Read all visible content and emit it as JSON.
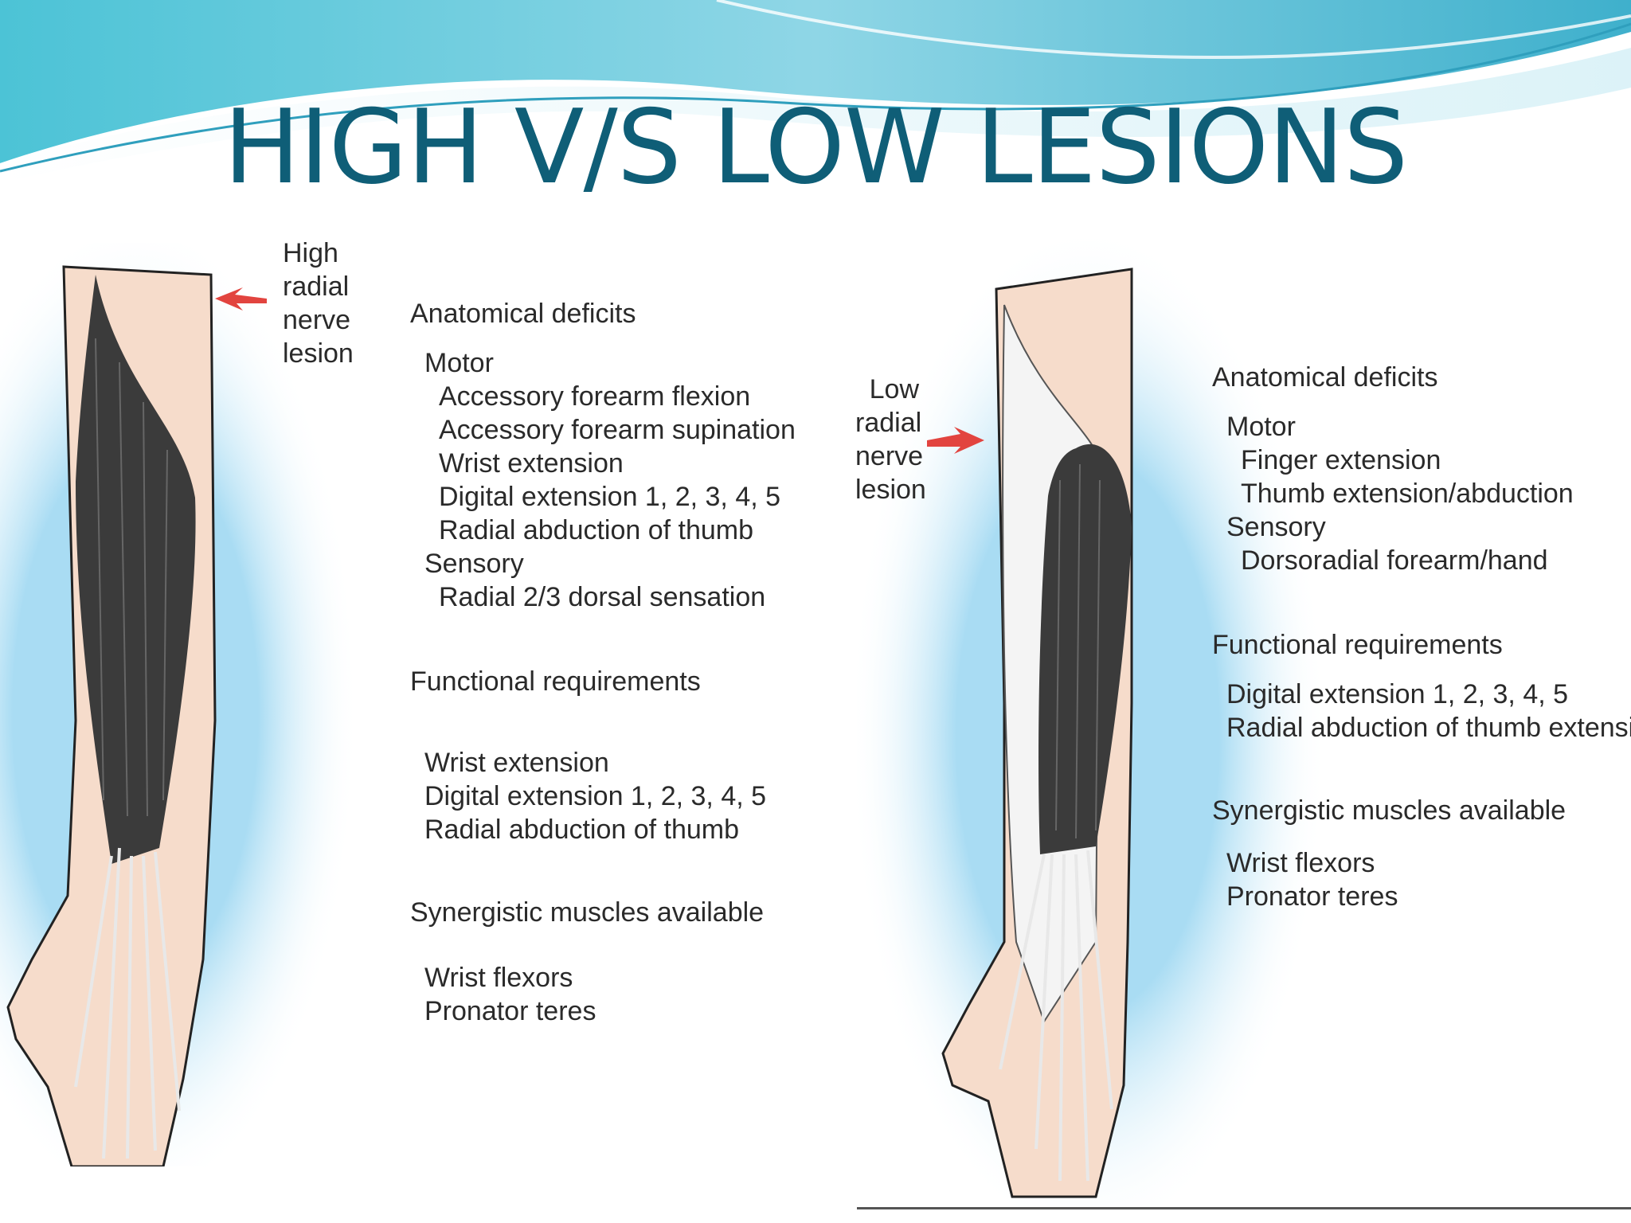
{
  "title": "HIGH V/S LOW LESIONS",
  "colors": {
    "title": "#0f5e77",
    "swoosh_dark": "#3fb6cf",
    "swoosh_light": "#b9e6ef",
    "glow": "#a9dcf3",
    "arrow": "#e2443f",
    "skin": "#f6dccb"
  },
  "left": {
    "lesion_label": [
      "High",
      "radial",
      "nerve",
      "lesion"
    ],
    "anatomical_heading": "Anatomical deficits",
    "motor_heading": "Motor",
    "motor_items": [
      "Accessory forearm flexion",
      "Accessory forearm supination",
      "Wrist extension",
      "Digital extension 1, 2, 3, 4, 5",
      "Radial abduction of thumb"
    ],
    "sensory_heading": "Sensory",
    "sensory_items": [
      "Radial 2/3 dorsal sensation"
    ],
    "functional_heading": "Functional requirements",
    "functional_items": [
      "Wrist extension",
      "Digital extension 1, 2, 3, 4, 5",
      "Radial abduction of thumb"
    ],
    "synergistic_heading": "Synergistic muscles available",
    "synergistic_items": [
      "Wrist flexors",
      "Pronator teres"
    ]
  },
  "right": {
    "lesion_label": [
      "Low",
      "radial",
      "nerve",
      "lesion"
    ],
    "anatomical_heading": "Anatomical deficits",
    "motor_heading": "Motor",
    "motor_items": [
      "Finger extension",
      "Thumb extension/abduction"
    ],
    "sensory_heading": "Sensory",
    "sensory_items": [
      "Dorsoradial forearm/hand"
    ],
    "functional_heading": "Functional requirements",
    "functional_items": [
      "Digital extension 1, 2, 3, 4, 5",
      "Radial abduction of thumb extension"
    ],
    "synergistic_heading": "Synergistic muscles available",
    "synergistic_items": [
      "Wrist flexors",
      "Pronator teres"
    ]
  }
}
